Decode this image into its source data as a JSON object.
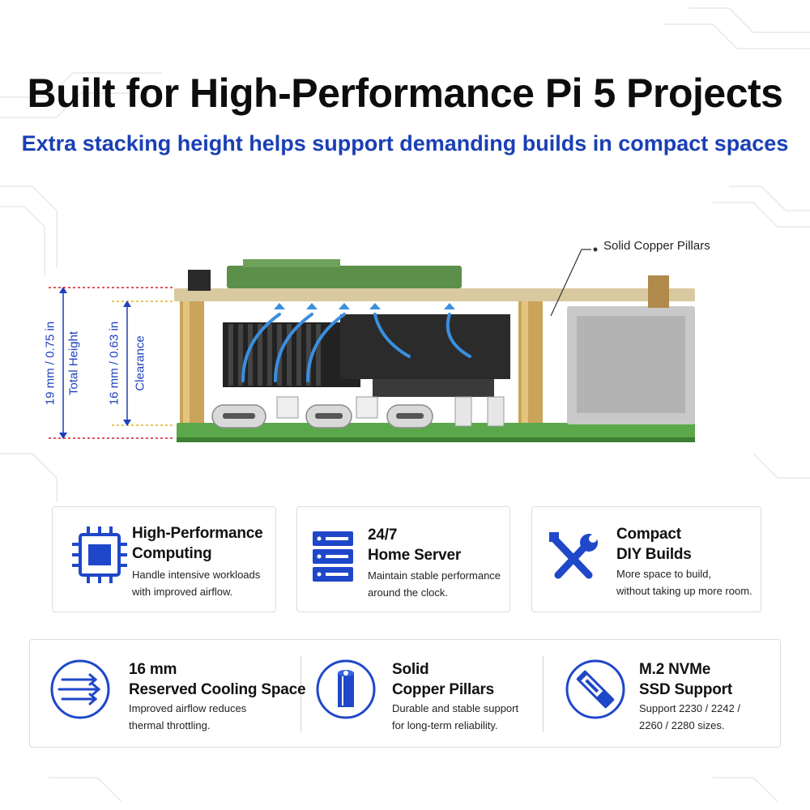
{
  "header": {
    "title": "Built for High-Performance Pi 5 Projects",
    "subtitle": "Extra stacking height helps support demanding builds in compact spaces"
  },
  "hero": {
    "callout": "Solid Copper Pillars",
    "total_height_value": "19 mm / 0.75 in",
    "total_height_label": "Total Height",
    "clearance_value": "16 mm / 0.63 in",
    "clearance_label": "Clearance"
  },
  "features_top": [
    {
      "icon": "cpu-chip-icon",
      "title_line1": "High-Performance",
      "title_line2": "Computing",
      "desc_line1": "Handle intensive workloads",
      "desc_line2": "with improved airflow."
    },
    {
      "icon": "server-rack-icon",
      "title_line1": "24/7",
      "title_line2": "Home Server",
      "desc_line1": "Maintain stable performance",
      "desc_line2": "around the clock."
    },
    {
      "icon": "wrench-screwdriver-icon",
      "title_line1": "Compact",
      "title_line2": "DIY Builds",
      "desc_line1": "More space to build,",
      "desc_line2": "without taking up more room."
    }
  ],
  "features_bottom": [
    {
      "icon": "airflow-arrows-icon",
      "title_line1": "16 mm",
      "title_line2": "Reserved Cooling Space",
      "desc_line1": "Improved airflow reduces",
      "desc_line2": "thermal throttling."
    },
    {
      "icon": "hex-pillar-icon",
      "title_line1": "Solid",
      "title_line2": "Copper Pillars",
      "desc_line1": "Durable and stable support",
      "desc_line2": "for long-term reliability."
    },
    {
      "icon": "m2-ssd-icon",
      "title_line1": "M.2 NVMe",
      "title_line2": "SSD Support",
      "desc_line1": "Support 2230 / 2242 /",
      "desc_line2": "2260 / 2280 sizes."
    }
  ],
  "colors": {
    "accent_blue": "#1a3fb5",
    "dim_red": "#d0202a",
    "dim_yellow": "#e0b21e",
    "icon_blue": "#1f47c9"
  }
}
